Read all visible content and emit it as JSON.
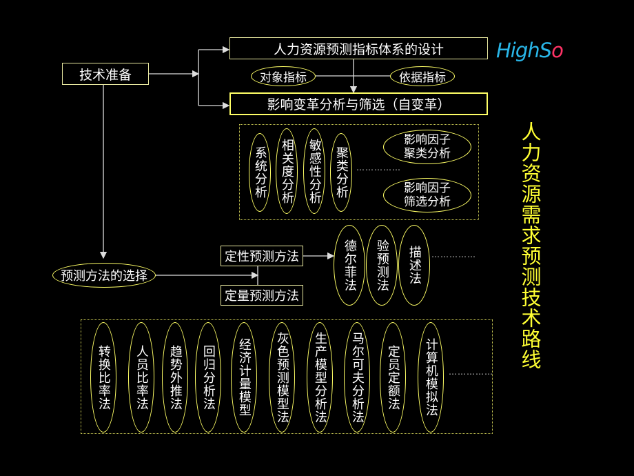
{
  "logo": {
    "text_main": "HighS",
    "text_accent": "o"
  },
  "side_title": "人力资源需求预测技术路线",
  "nodes": {
    "tech_prep": "技术准备",
    "indicator_design": "人力资源预测指标体系的设计",
    "object_indicator": "对象指标",
    "basis_indicator": "依据指标",
    "influence_analysis": "影响变革分析与筛选（自变革）",
    "method_selection": "预测方法的选择",
    "qualitative": "定性预测方法",
    "quantitative": "定量预测方法"
  },
  "analysis_methods": [
    "系统分析",
    "相关度分析",
    "敏感性分析",
    "聚类分析"
  ],
  "influence_factors": [
    "影响因子聚类分析",
    "影响因子筛选分析"
  ],
  "qualitative_methods": [
    "德尔菲法",
    "验预测法",
    "描述法"
  ],
  "quantitative_methods": [
    "转换比率法",
    "人员比率法",
    "趋势外推法",
    "回归分析法",
    "经济计量模型",
    "灰色预测模型法",
    "生产模型分析法",
    "马尔可夫分析法",
    "定员定额法",
    "计算机模拟法"
  ],
  "ellipsis": "……………"
}
